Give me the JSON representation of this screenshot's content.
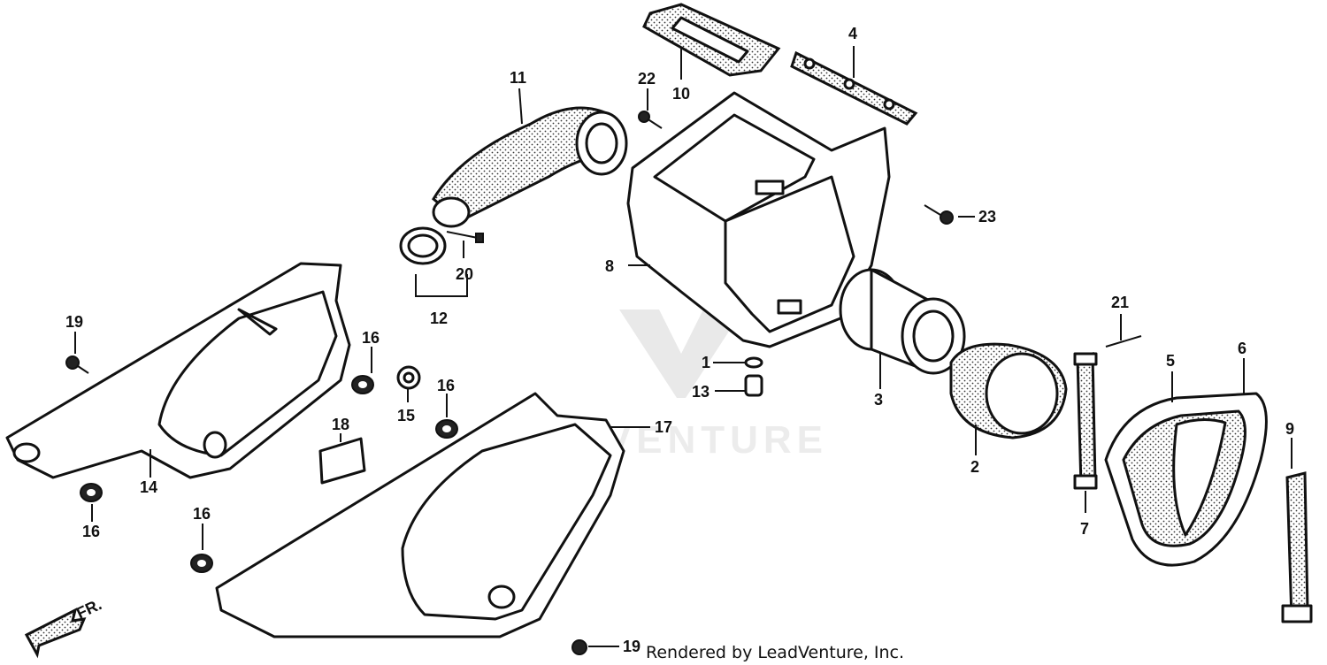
{
  "watermark": {
    "brand": "LEADVENTURE"
  },
  "credit": "Rendered by LeadVenture, Inc.",
  "direction": {
    "label": "FR."
  },
  "callouts": [
    {
      "id": "c1",
      "text": "1"
    },
    {
      "id": "c2",
      "text": "2"
    },
    {
      "id": "c3",
      "text": "3"
    },
    {
      "id": "c4",
      "text": "4"
    },
    {
      "id": "c5",
      "text": "5"
    },
    {
      "id": "c6",
      "text": "6"
    },
    {
      "id": "c7",
      "text": "7"
    },
    {
      "id": "c8",
      "text": "8"
    },
    {
      "id": "c9",
      "text": "9"
    },
    {
      "id": "c10",
      "text": "10"
    },
    {
      "id": "c11",
      "text": "11"
    },
    {
      "id": "c12",
      "text": "12"
    },
    {
      "id": "c13",
      "text": "13"
    },
    {
      "id": "c14",
      "text": "14"
    },
    {
      "id": "c15",
      "text": "15"
    },
    {
      "id": "c16a",
      "text": "16"
    },
    {
      "id": "c16b",
      "text": "16"
    },
    {
      "id": "c16c",
      "text": "16"
    },
    {
      "id": "c16d",
      "text": "16"
    },
    {
      "id": "c17",
      "text": "17"
    },
    {
      "id": "c18",
      "text": "18"
    },
    {
      "id": "c19a",
      "text": "19"
    },
    {
      "id": "c19b",
      "text": "19"
    },
    {
      "id": "c20",
      "text": "20"
    },
    {
      "id": "c21",
      "text": "21"
    },
    {
      "id": "c22",
      "text": "22"
    },
    {
      "id": "c23",
      "text": "23"
    }
  ]
}
